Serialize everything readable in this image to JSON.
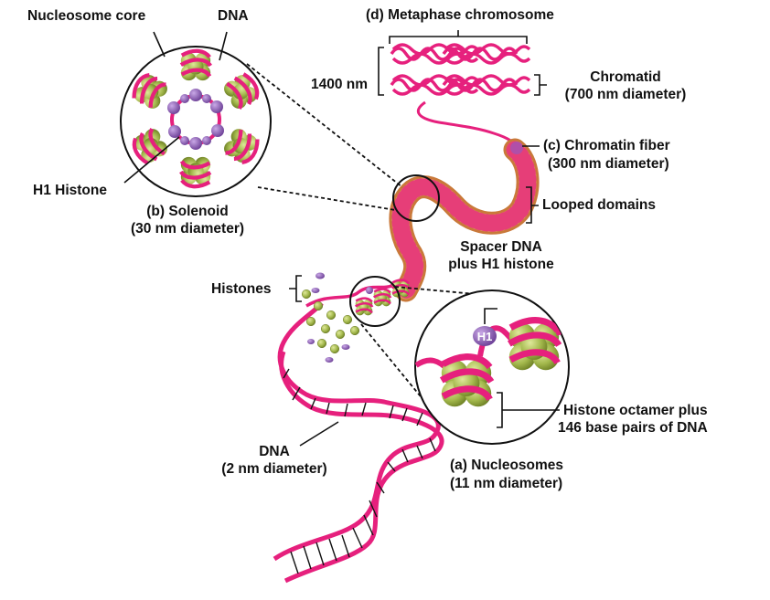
{
  "labels": {
    "nucleosome_core": "Nucleosome core",
    "dna_top": "DNA",
    "metaphase": "(d) Metaphase chromosome",
    "size_1400": "1400 nm",
    "chromatid_1": "Chromatid",
    "chromatid_2": "(700 nm diameter)",
    "chromatin_1": "(c) Chromatin fiber",
    "chromatin_2": "(300 nm diameter)",
    "looped": "Looped domains",
    "h1_histone": "H1 Histone",
    "solenoid_1": "(b) Solenoid",
    "solenoid_2": "(30 nm diameter)",
    "spacer_1": "Spacer DNA",
    "spacer_2": "plus H1 histone",
    "histones": "Histones",
    "h1_tag": "H1",
    "octamer_1": "Histone octamer plus",
    "octamer_2": "146 base pairs of DNA",
    "dna_bottom_1": "DNA",
    "dna_bottom_2": "(2 nm diameter)",
    "nucleosomes_1": "(a) Nucleosomes",
    "nucleosomes_2": "(11 nm diameter)"
  },
  "colors": {
    "dna_magenta": "#e6207d",
    "histone_green": "#9fb24a",
    "histone_purple": "#8e5fb5",
    "fiber_orange": "#d9a05a"
  }
}
